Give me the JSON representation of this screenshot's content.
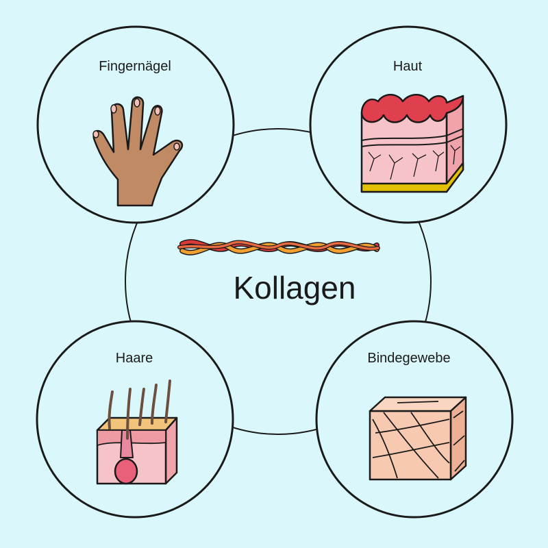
{
  "diagram": {
    "title": "Kollagen",
    "nodes": [
      {
        "id": "fingernaegel",
        "label": "Fingernägel",
        "icon": "hand-icon"
      },
      {
        "id": "haut",
        "label": "Haut",
        "icon": "skin-layers-icon"
      },
      {
        "id": "haare",
        "label": "Haare",
        "icon": "hair-follicle-icon"
      },
      {
        "id": "bindegewebe",
        "label": "Bindegewebe",
        "icon": "connective-tissue-cube-icon"
      }
    ],
    "center_icon": "collagen-fiber-icon"
  },
  "colors": {
    "background": "#daf7fb",
    "outline": "#1a1a1a",
    "circle_fill": "#daf7fb",
    "hand": "#c08a64",
    "skin_top": "#e0404e",
    "skin_middle": "#f6c3c9",
    "skin_fat": "#e3c100",
    "cube_tissue": "#f7c9b0",
    "collagen_red": "#d93b3b",
    "collagen_orange": "#f0a030"
  }
}
